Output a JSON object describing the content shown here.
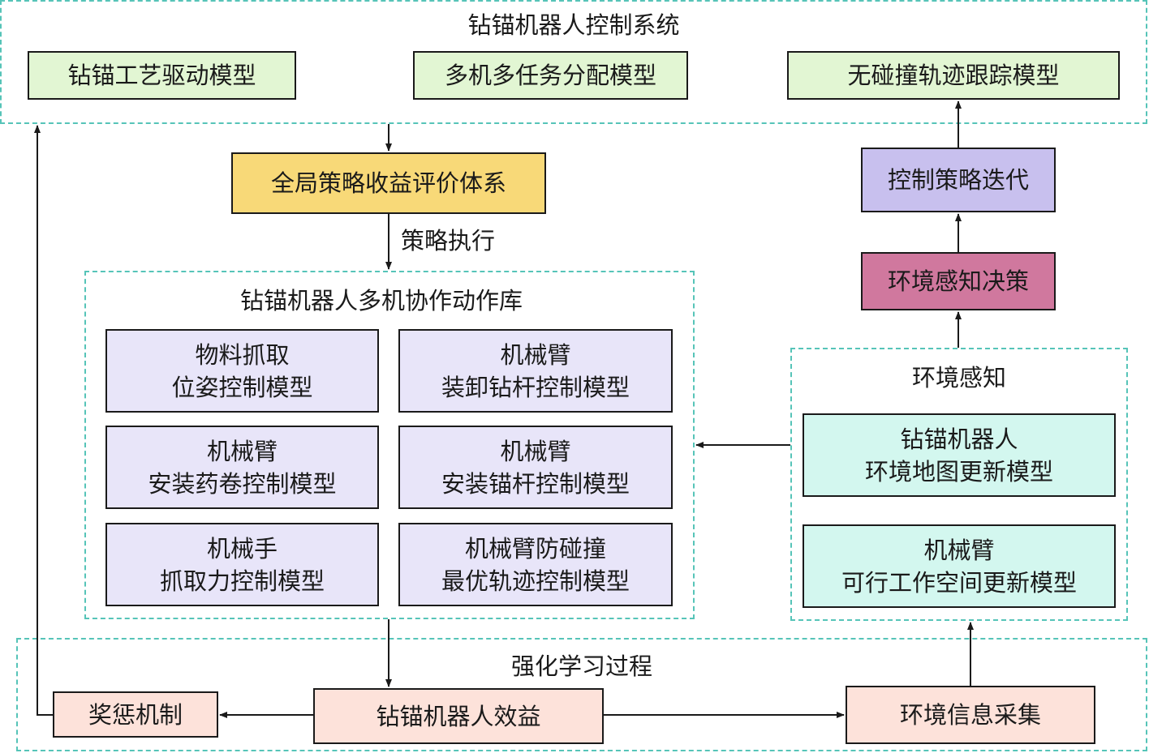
{
  "colors": {
    "dashed_border": "#56c4b8",
    "green": "#e2f6d3",
    "yellow": "#f8d978",
    "lavender": "#e8e5f9",
    "purple": "#c8c0ee",
    "pink": "#d0789e",
    "mint": "#d3f7ef",
    "peach": "#fde2da"
  },
  "control_system": {
    "title": "钻锚机器人控制系统",
    "box1": "钻锚工艺驱动模型",
    "box2": "多机多任务分配模型",
    "box3": "无碰撞轨迹跟踪模型"
  },
  "global_eval": "全局策略收益评价体系",
  "strategy_exec_label": "策略执行",
  "action_lib": {
    "title": "钻锚机器人多机协作动作库",
    "items": [
      {
        "line1": "物料抓取",
        "line2": "位姿控制模型"
      },
      {
        "line1": "机械臂",
        "line2": "装卸钻杆控制模型"
      },
      {
        "line1": "机械臂",
        "line2": "安装药卷控制模型"
      },
      {
        "line1": "机械臂",
        "line2": "安装锚杆控制模型"
      },
      {
        "line1": "机械手",
        "line2": "抓取力控制模型"
      },
      {
        "line1": "机械臂防碰撞",
        "line2": "最优轨迹控制模型"
      }
    ]
  },
  "control_iter": "控制策略迭代",
  "env_decision": "环境感知决策",
  "env_perception": {
    "title": "环境感知",
    "item1": {
      "line1": "钻锚机器人",
      "line2": "环境地图更新模型"
    },
    "item2": {
      "line1": "机械臂",
      "line2": "可行工作空间更新模型"
    }
  },
  "rl_process": {
    "title": "强化学习过程",
    "reward": "奖惩机制",
    "benefit": "钻锚机器人效益",
    "env_info": "环境信息采集"
  }
}
